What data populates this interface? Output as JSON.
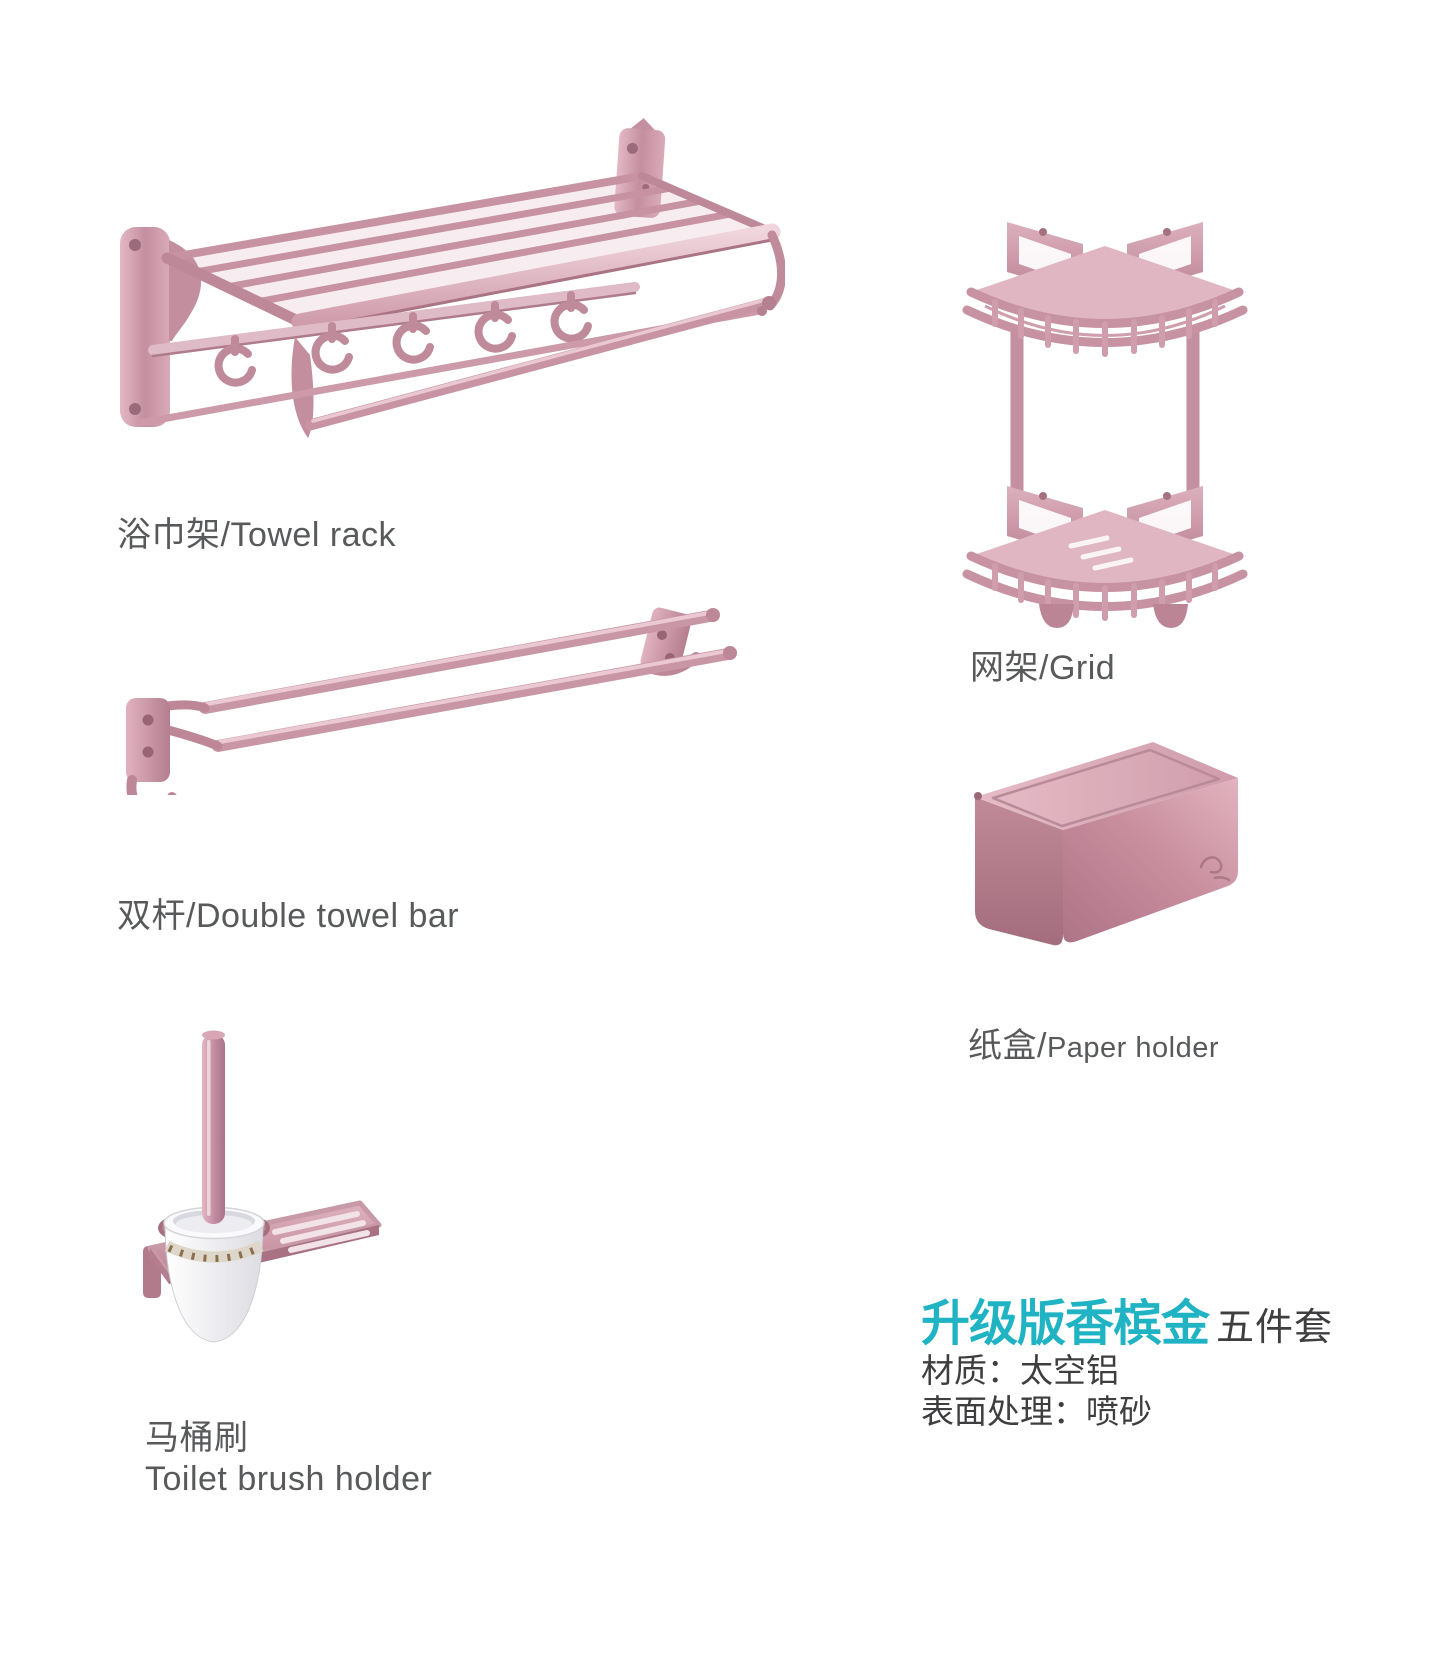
{
  "palette": {
    "accent_teal": "#1fb3c3",
    "label_gray": "#58595b",
    "dark_text": "#3e3e40",
    "rose_light": "#eccdd6",
    "rose_mid": "#cf9dac",
    "rose_deep": "#b5808f",
    "rose_shadow": "#9e6a79"
  },
  "products": {
    "towel_rack": {
      "label": "浴巾架/Towel rack"
    },
    "grid": {
      "label": "网架/Grid"
    },
    "double_towel_bar": {
      "label": "双杆/Double towel bar"
    },
    "paper_holder": {
      "label_zh": "纸盒/",
      "label_en": "Paper holder"
    },
    "toilet_brush": {
      "label_zh": "马桶刷",
      "label_en": "Toilet brush holder"
    }
  },
  "info": {
    "series_title": "升级版香槟金",
    "series_suffix": "五件套",
    "material_line": "材质：太空铝",
    "surface_line": "表面处理：喷砂"
  }
}
